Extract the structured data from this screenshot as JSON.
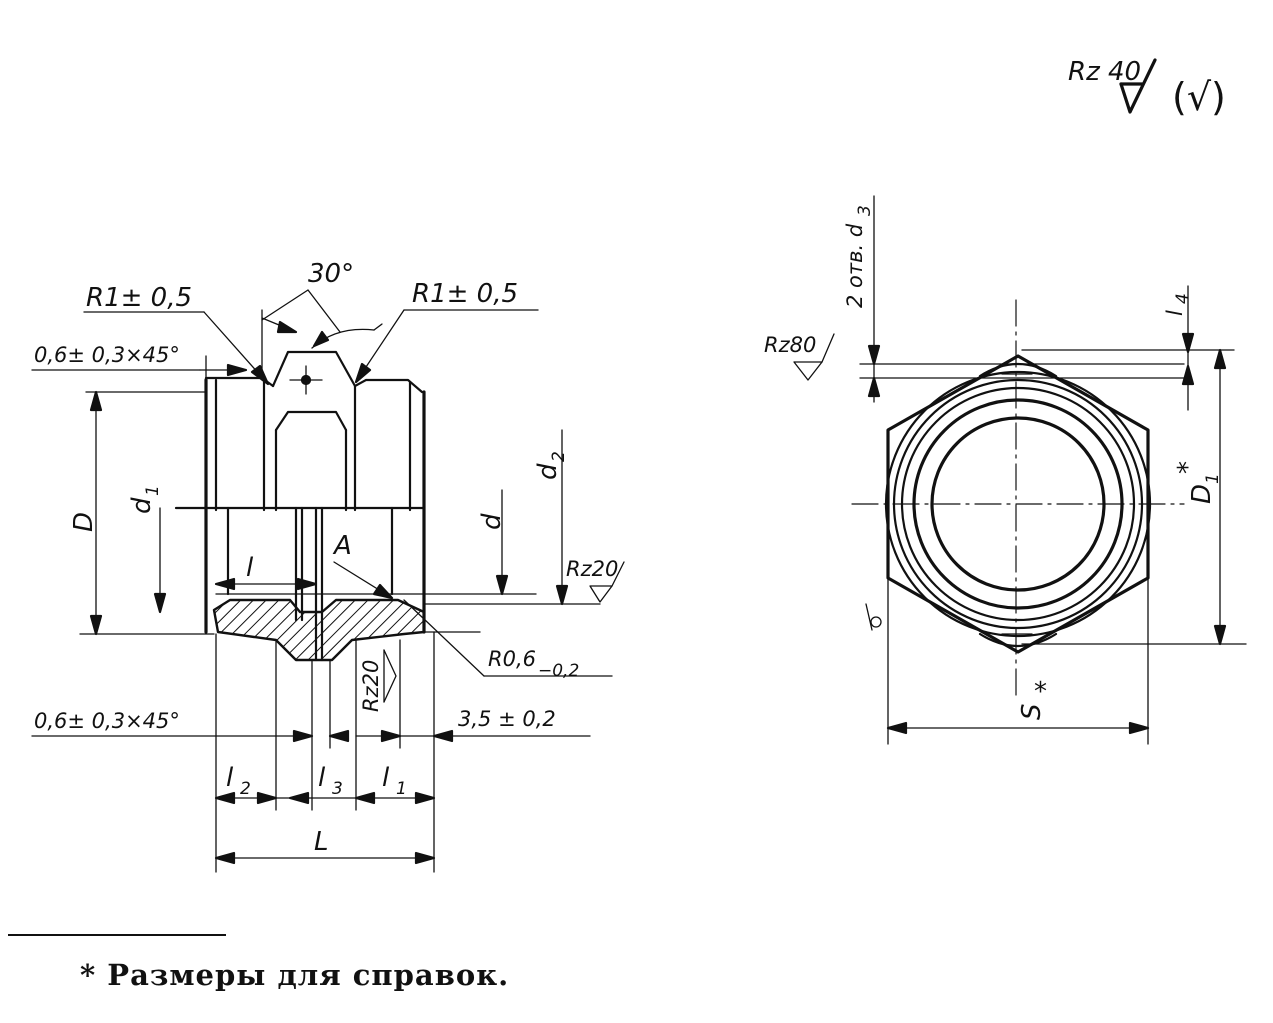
{
  "surface_roughness": {
    "general": "Rz 40",
    "general_paren": "(√)",
    "hex_face": "Rz80",
    "thread_bore": "Rz20",
    "collar": "Rz20"
  },
  "section_view": {
    "angle": "30°",
    "radius_left": "R1± 0,5",
    "radius_right": "R1± 0,5",
    "chamfer_top": "0,6± 0,3×45°",
    "chamfer_bottom": "0,6± 0,3×45°",
    "radius_inner": "R0,6",
    "radius_inner_tol": "−0,2",
    "width_collar": "3,5 ± 0,2",
    "label_D": "D",
    "label_d1": "d",
    "label_d1_sub": "1",
    "label_d2": "d",
    "label_d2_sub": "2",
    "label_d": "d",
    "label_l": "l",
    "label_A": "A",
    "label_l1": "l",
    "label_l1_sub": "1",
    "label_l2": "l",
    "label_l2_sub": "2",
    "label_l3": "l",
    "label_l3_sub": "3",
    "label_L": "L"
  },
  "end_view": {
    "label_holes": "2 отв. d",
    "label_holes_sub": "3",
    "label_l4": "l",
    "label_l4_sub": "4",
    "label_D1": "D",
    "label_D1_sub": "1",
    "label_D1_star": "*",
    "label_S": "S",
    "label_S_star": "*"
  },
  "footnote": "* Размеры для справок."
}
